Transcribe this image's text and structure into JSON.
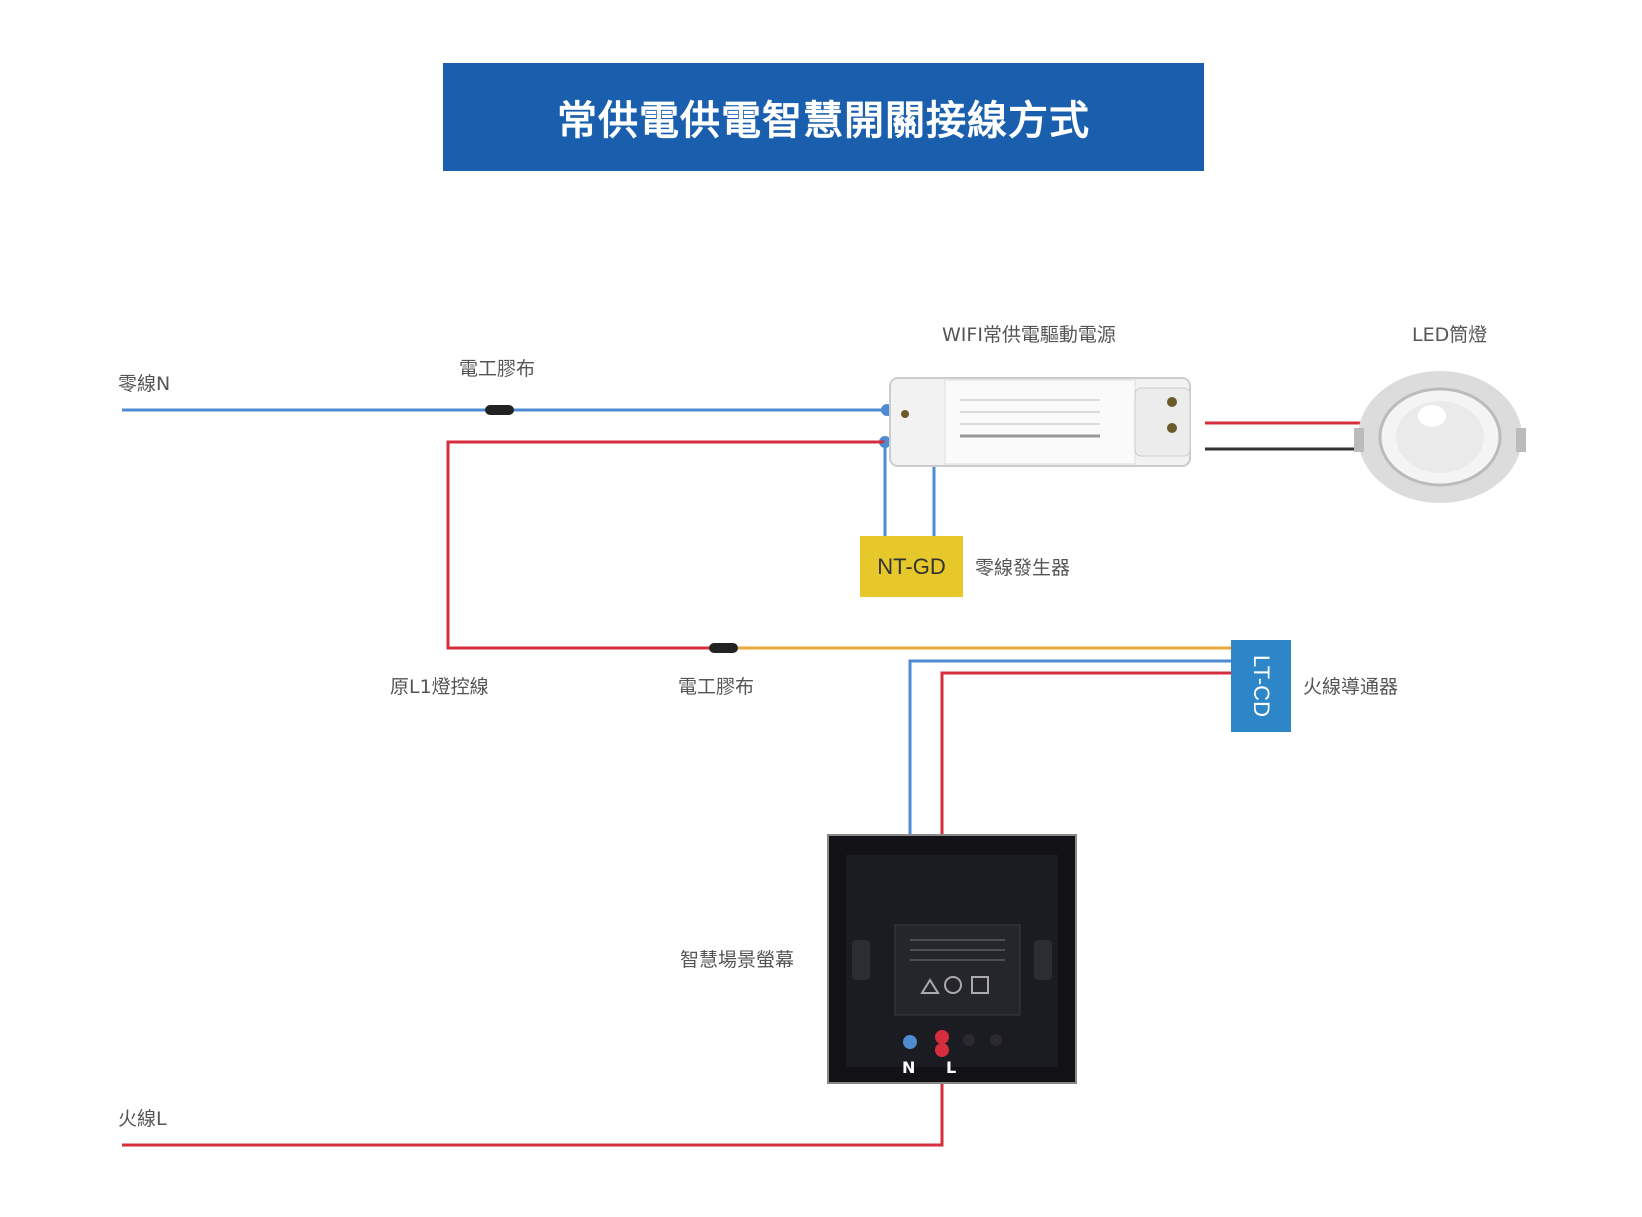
{
  "title": "常供電供電智慧開關接線方式",
  "labels": {
    "neutral": "零線N",
    "tape_top": "電工膠布",
    "driver": "WIFI常供電驅動電源",
    "led": "LED筒燈",
    "ntgd_desc": "零線發生器",
    "orig_l1": "原L1燈控線",
    "tape_mid": "電工膠布",
    "ltcd_desc": "火線導通器",
    "screen": "智慧場景螢幕",
    "live": "火線L"
  },
  "boxes": {
    "ntgd": "NT-GD",
    "ltcd": "LT-CD"
  },
  "panel": {
    "n": "N",
    "l": "L"
  },
  "colors": {
    "title_bg": "#1a5fae",
    "neutral_wire": "#4f8bd0",
    "live_wire": "#d62d3f",
    "control_wire": "#e8a93a",
    "ntgd_box": "#e6c82a",
    "ltcd_box": "#2d86c8"
  }
}
